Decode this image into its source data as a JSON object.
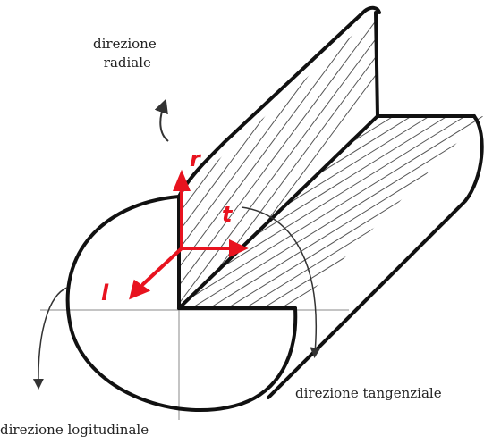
{
  "labels": {
    "radial_line1": "direzione",
    "radial_line2": "radiale",
    "tangential": "direzione tangenziale",
    "longitudinal": "direzione logitudinale"
  },
  "axes": {
    "r": "r",
    "t": "t",
    "l": "l"
  },
  "colors": {
    "ink": "#111111",
    "arrows": "#e8131f",
    "hatch": "#555555"
  }
}
